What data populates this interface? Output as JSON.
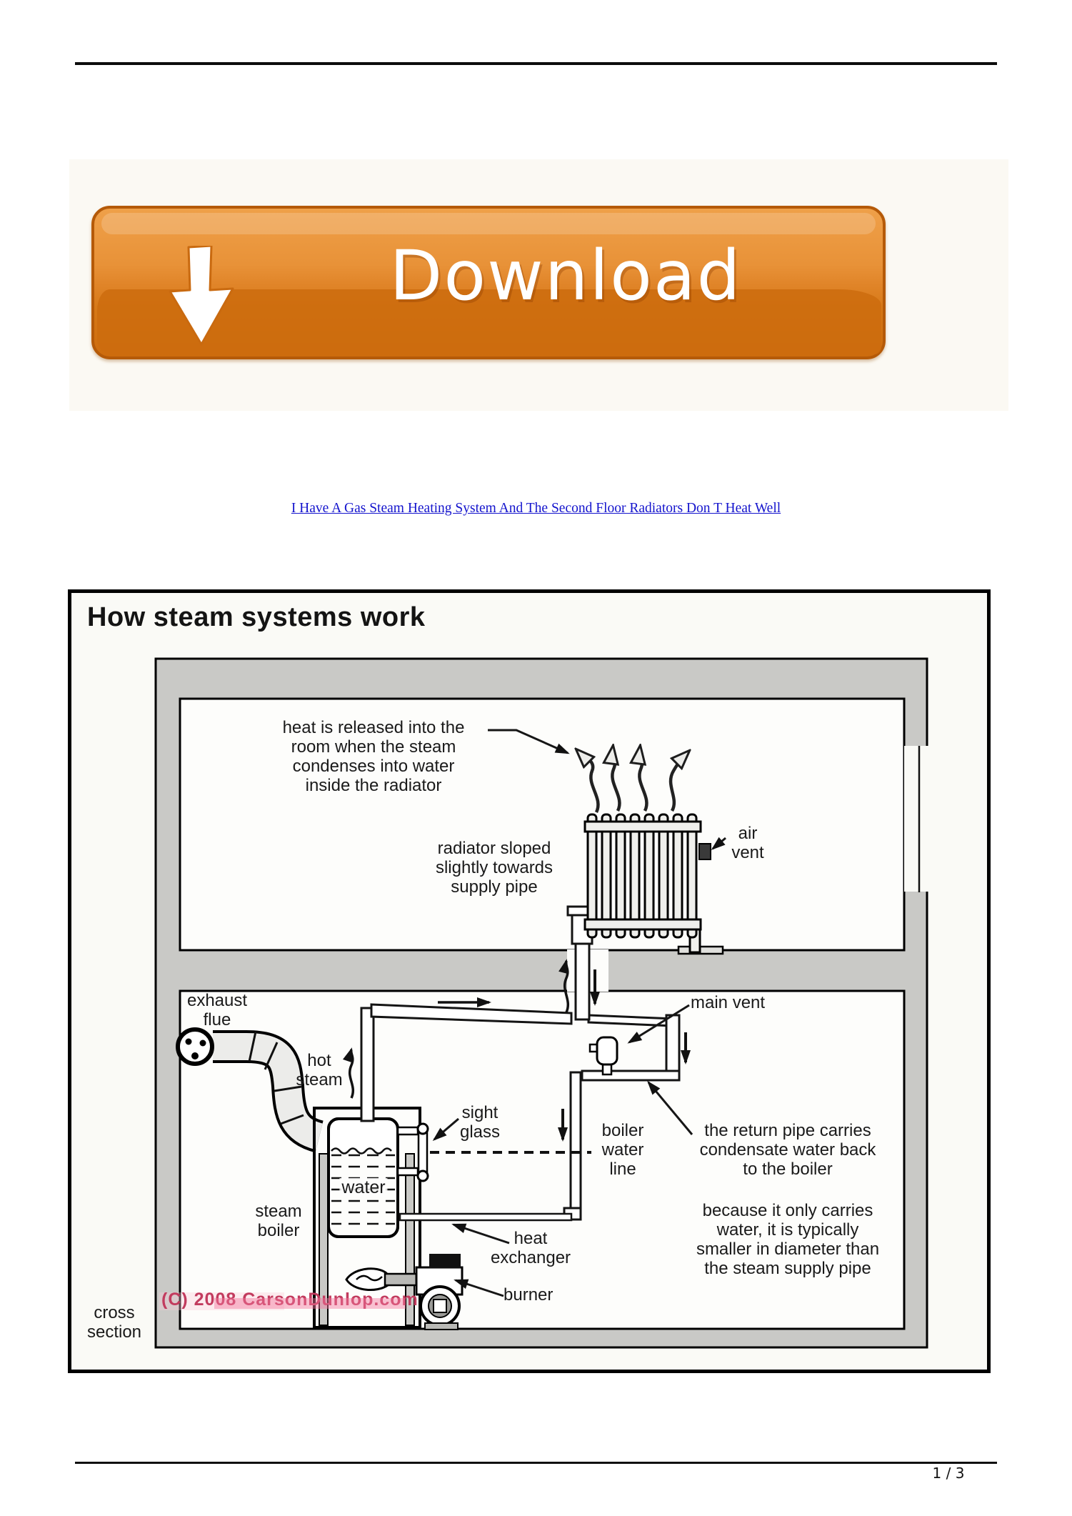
{
  "download": {
    "label": "Download"
  },
  "link": {
    "text": "I Have A Gas Steam Heating System And The Second Floor Radiators Don T Heat Well"
  },
  "diagram": {
    "title": "How steam systems work",
    "labels": {
      "heat_released": "heat is released into the\nroom when the steam\ncondenses into water\ninside the radiator",
      "air_vent": "air\nvent",
      "radiator_sloped": "radiator sloped\nslightly towards\nsupply pipe",
      "exhaust_flue": "exhaust\nflue",
      "hot_steam": "hot\nsteam",
      "main_vent": "main vent",
      "sight_glass": "sight\nglass",
      "boiler_water_line": "boiler\nwater\nline",
      "return_pipe": "the return pipe carries\ncondensate water back\nto the boiler",
      "because": "because it only carries\nwater, it is typically\nsmaller in diameter than\nthe steam supply pipe",
      "steam_boiler": "steam\nboiler",
      "water": "water",
      "heat_exchanger": "heat\nexchanger",
      "burner": "burner",
      "cross_section": "cross\nsection",
      "watermark": "(C) 2008 CarsonDunlop.com"
    }
  },
  "footer": {
    "page_indicator": "1 / 3"
  },
  "colors": {
    "accent-orange": "#e08428",
    "button-border": "#b55a08",
    "button-top": "#efa049",
    "button-bottom": "#cd6c0e",
    "link-blue": "#1414cd",
    "wall-gray": "#c9c9c6",
    "watermark-red": "#c23b5e",
    "rule-black": "#0d0d0d"
  }
}
